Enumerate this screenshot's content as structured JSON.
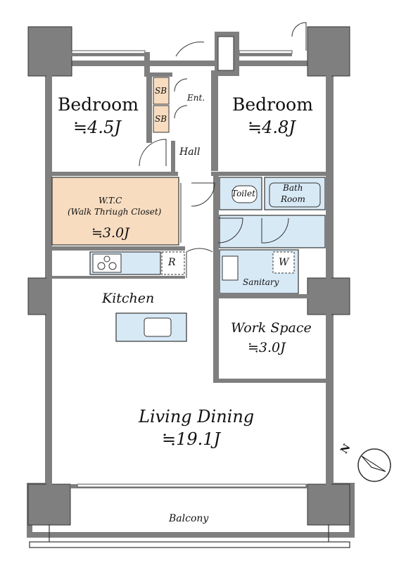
{
  "rooms": {
    "bedroom_left": {
      "name": "Bedroom",
      "size": "≒4.5J"
    },
    "bedroom_right": {
      "name": "Bedroom",
      "size": "≒4.8J"
    },
    "wtc": {
      "name": "W.T.C",
      "subtitle": "(Walk Thriugh Closet)",
      "size": "≒3.0J"
    },
    "entrance": {
      "name": "Ent."
    },
    "hall": {
      "name": "Hall"
    },
    "sb_upper": {
      "name": "SB"
    },
    "sb_lower": {
      "name": "SB"
    },
    "toilet": {
      "name": "Toilet"
    },
    "bath": {
      "name_line1": "Bath",
      "name_line2": "Room"
    },
    "sanitary": {
      "name": "Sanitary"
    },
    "washer": {
      "name": "W"
    },
    "fridge": {
      "name": "R"
    },
    "kitchen": {
      "name": "Kitchen"
    },
    "work_space": {
      "name": "Work Space",
      "size": "≒3.0J"
    },
    "living_dining": {
      "name": "Living Dining",
      "size": "≒19.1J"
    },
    "balcony": {
      "name": "Balcony"
    }
  },
  "compass": {
    "label": "N"
  },
  "colors": {
    "wall": "#7f7f7f",
    "wall_dark": "#5b5b5b",
    "closet_fill": "#f7dcc0",
    "wet_fill": "#d8e9f6",
    "line": "#333333"
  }
}
